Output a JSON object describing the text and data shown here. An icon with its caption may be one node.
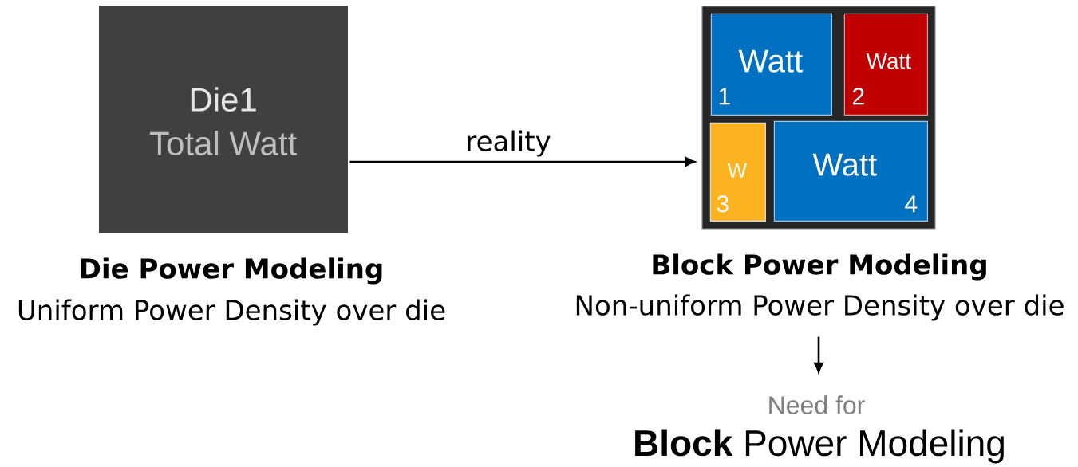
{
  "diagram": {
    "nodes": [
      {
        "text": [
          "Die1",
          "Total Watt"
        ],
        "beside": [
          "Die Power Modeling",
          "Uniform Power Density over die"
        ]
      },
      {
        "text": [],
        "shape": "box",
        "beside": [
          "Block Power Modeling",
          "Non-uniform Power Density over die"
        ]
      },
      {
        "text": [
          "Watt",
          "1"
        ],
        "in": 1
      },
      {
        "text": [
          "Watt",
          "2"
        ],
        "in": 1
      },
      {
        "text": [
          "W",
          "3"
        ],
        "in": 1
      },
      {
        "text": [
          "Watt",
          "4"
        ],
        "in": 1
      },
      {
        "text": [
          "Need for",
          "**Block** Power Modeling"
        ]
      }
    ],
    "edges": [
      {
        "from": 0,
        "to": 1,
        "arrow": "to",
        "label": "reality"
      },
      {
        "from": 1,
        "to": 6,
        "arrow": "to"
      }
    ]
  }
}
